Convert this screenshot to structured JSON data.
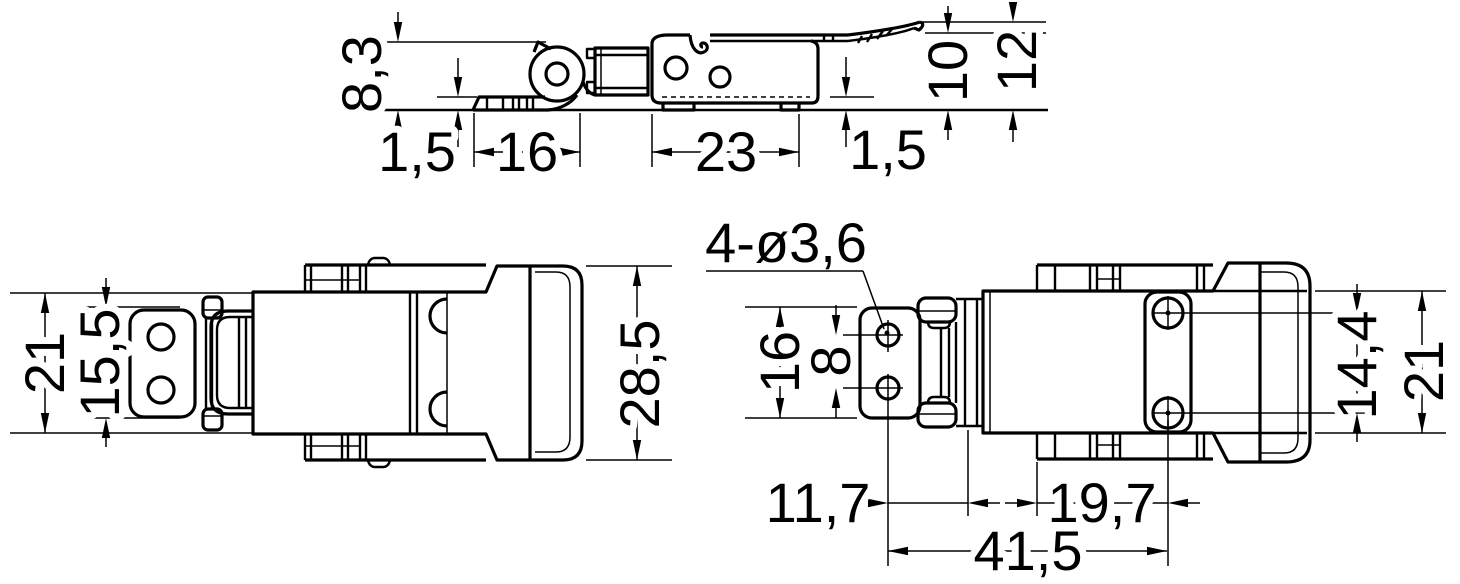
{
  "drawing": {
    "title": "toggle-latch-dimension-drawing",
    "colors": {
      "line": "#000000",
      "background": "#ffffff"
    },
    "views": {
      "side_view": {
        "dims": {
          "hook_height": "8,3",
          "plate_thickness": "1,5",
          "hinge_plate_length": "16",
          "body_length": "23",
          "base_gap": "1,5",
          "handle_clearance": "10",
          "overall_height": "12"
        }
      },
      "plan_view": {
        "dims": {
          "overall_width": "21",
          "bracket_width": "15,5",
          "cap_width": "28,5"
        }
      },
      "mounting_view": {
        "dims": {
          "hole_callout": "4-ø3,6",
          "bracket_length": "16",
          "hole_spacing": "8",
          "rivet_spacing": "14,4",
          "overall_width": "21",
          "hinge_offset": "11,7",
          "rivet_offset": "19,7",
          "mounting_span": "41,5"
        }
      }
    }
  }
}
